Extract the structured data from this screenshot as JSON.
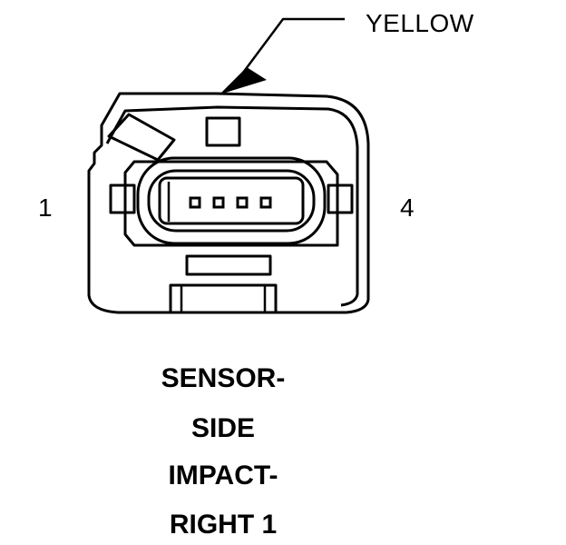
{
  "callout": {
    "text": "YELLOW"
  },
  "pins": {
    "left": "1",
    "right": "4"
  },
  "caption": [
    "SENSOR-",
    "SIDE",
    "IMPACT-",
    "RIGHT 1"
  ]
}
